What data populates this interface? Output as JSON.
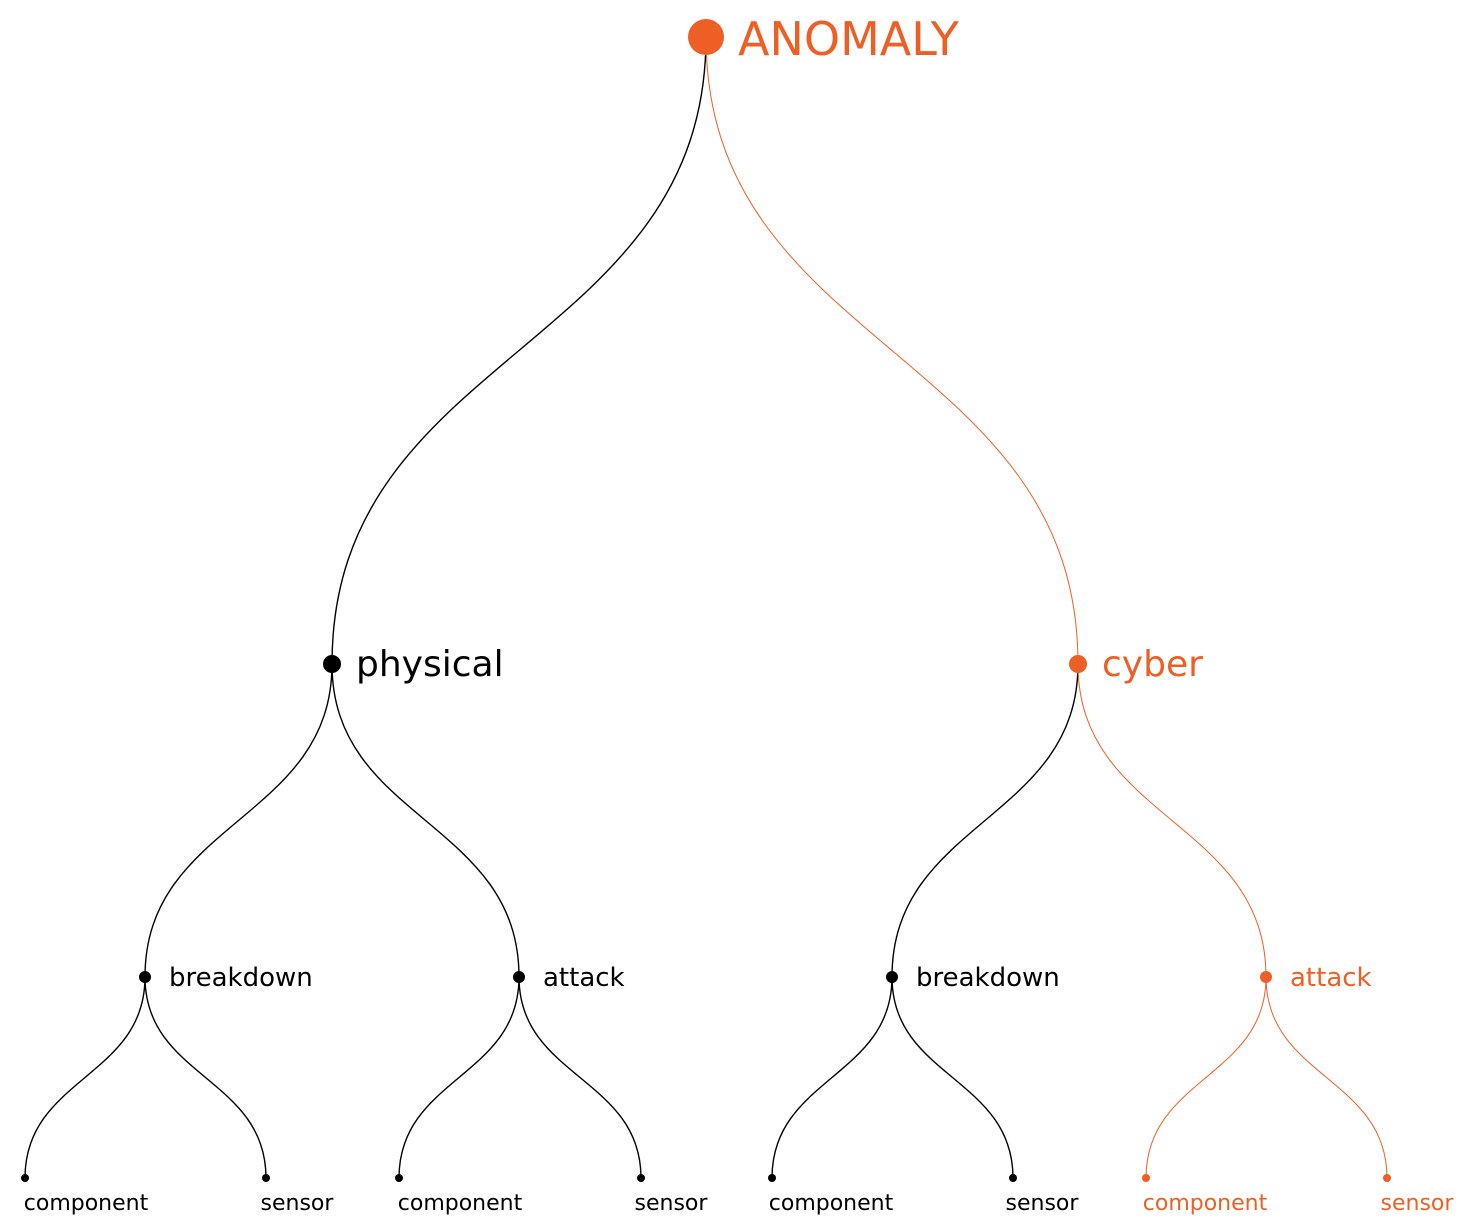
{
  "colors": {
    "default": "#000000",
    "highlight": "#EE5F25"
  },
  "tree": {
    "label": "ANOMALY",
    "highlighted": true,
    "children": [
      {
        "label": "physical",
        "highlighted": false,
        "children": [
          {
            "label": "breakdown",
            "highlighted": false,
            "children": [
              {
                "label": "component",
                "highlighted": false
              },
              {
                "label": "sensor",
                "highlighted": false
              }
            ]
          },
          {
            "label": "attack",
            "highlighted": false,
            "children": [
              {
                "label": "component",
                "highlighted": false
              },
              {
                "label": "sensor",
                "highlighted": false
              }
            ]
          }
        ]
      },
      {
        "label": "cyber",
        "highlighted": true,
        "children": [
          {
            "label": "breakdown",
            "highlighted": false,
            "children": [
              {
                "label": "component",
                "highlighted": false
              },
              {
                "label": "sensor",
                "highlighted": false
              }
            ]
          },
          {
            "label": "attack",
            "highlighted": true,
            "children": [
              {
                "label": "component",
                "highlighted": true
              },
              {
                "label": "sensor",
                "highlighted": true
              }
            ]
          }
        ]
      }
    ]
  }
}
